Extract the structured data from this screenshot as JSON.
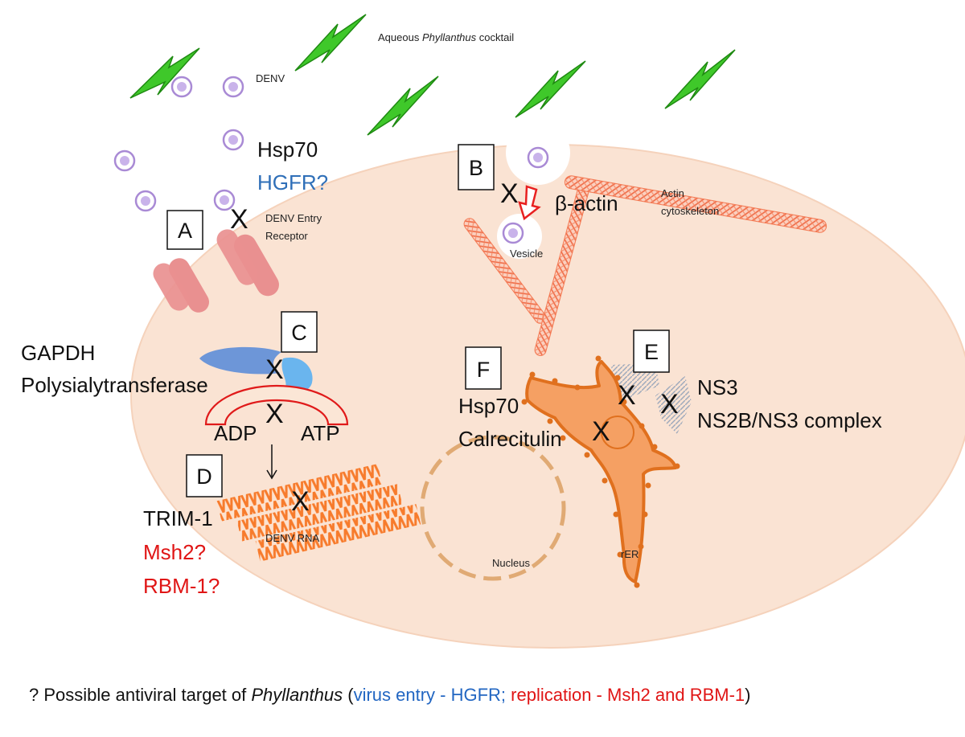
{
  "title_prefix": "Aqueous ",
  "title_italic": "Phyllanthus",
  "title_suffix": " cocktail",
  "labels": {
    "denv": "DENV",
    "hsp70_a": "Hsp70",
    "hgfr_a": "HGFR?",
    "entry_receptor_1": "DENV Entry",
    "entry_receptor_2": "Receptor",
    "box_a": "A",
    "box_b": "B",
    "box_c": "C",
    "box_d": "D",
    "box_e": "E",
    "box_f": "F",
    "beta_actin": "β-actin",
    "actin_cyto_1": "Actin",
    "actin_cyto_2": "cytoskeleton",
    "vesicle": "Vesicle",
    "gapdh": "GAPDH",
    "polysialyl": "Polysialytransferase",
    "adp": "ADP",
    "atp": "ATP",
    "trim1": "TRIM-1",
    "msh2": "Msh2?",
    "rbm1": "RBM-1?",
    "denv_rna": "DENV RNA",
    "hsp70_f": "Hsp70",
    "calrecitulin": "Calrecitulin",
    "nucleus": "Nucleus",
    "rer": "rER",
    "ns3": "NS3",
    "ns2b_ns3": "NS2B/NS3 complex",
    "x_mark": "X"
  },
  "caption": {
    "part1": "? Possible antiviral target of ",
    "italic": "Phyllanthus",
    "part2": " (",
    "blue": "virus entry - HGFR;",
    "red": " replication - Msh2 and RBM-1",
    "part3": ")"
  },
  "colors": {
    "cell_fill": "#fae3d3",
    "lightning": "#3fc82a",
    "virion_ring": "#a07fd0",
    "receptor": "#e99090",
    "actin": "#f07a52",
    "rer": "#f5a063",
    "rer_stroke": "#e0701e",
    "blue_label": "#2f6fb8",
    "red_label": "#e01515"
  }
}
